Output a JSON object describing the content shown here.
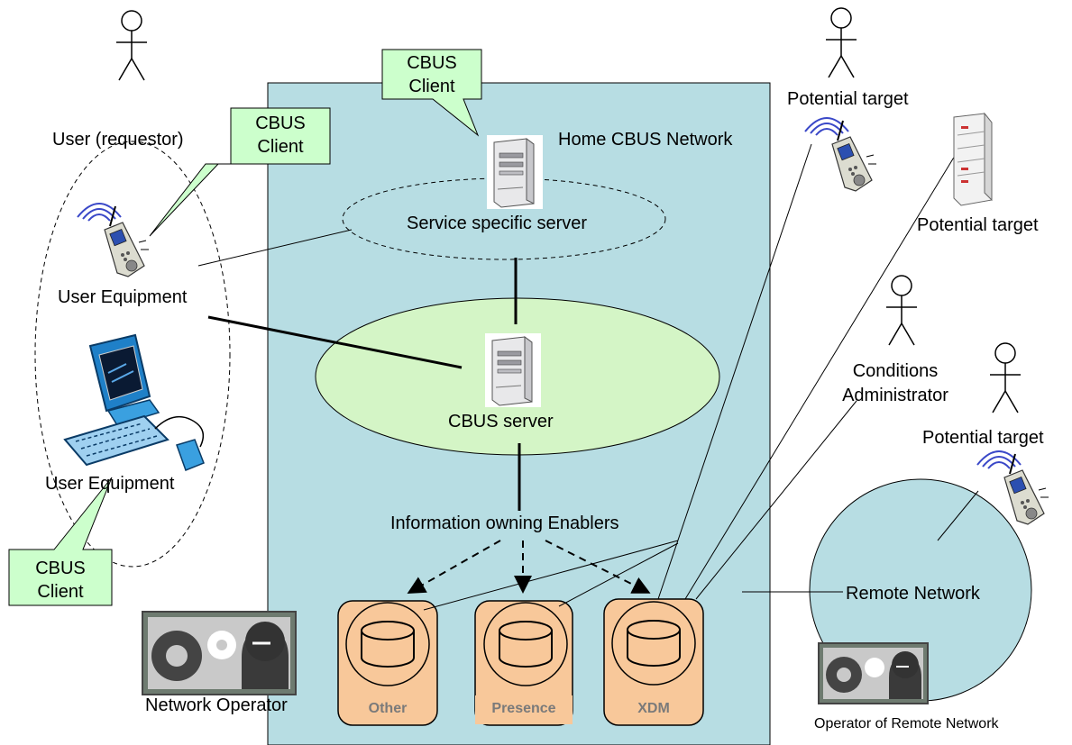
{
  "labels": {
    "user_requestor": "User (requestor)",
    "user_equipment_1": "User Equipment",
    "user_equipment_2": "User Equipment",
    "home_network": "Home CBUS Network",
    "service_server": "Service specific server",
    "cbus_server": "CBUS server",
    "info_enablers": "Information owning Enablers",
    "network_operator": "Network Operator",
    "potential_target_1": "Potential target",
    "potential_target_2": "Potential target",
    "potential_target_3": "Potential target",
    "conditions_admin_line1": "Conditions",
    "conditions_admin_line2": "Administrator",
    "remote_network": "Remote Network",
    "operator_remote": "Operator of Remote Network"
  },
  "callouts": {
    "client_1_line1": "CBUS",
    "client_1_line2": "Client",
    "client_2_line1": "CBUS",
    "client_2_line2": "Client",
    "client_3_line1": "CBUS",
    "client_3_line2": "Client"
  },
  "enablers": {
    "other": "Other",
    "presence": "Presence",
    "xdm": "XDM"
  },
  "colors": {
    "home_network_fill": "#b7dde3",
    "server_ellipse_fill": "#d4f5c6",
    "callout_fill": "#ccffcc",
    "enabler_fill": "#f8c89a",
    "remote_network_fill": "#b7dde3"
  }
}
